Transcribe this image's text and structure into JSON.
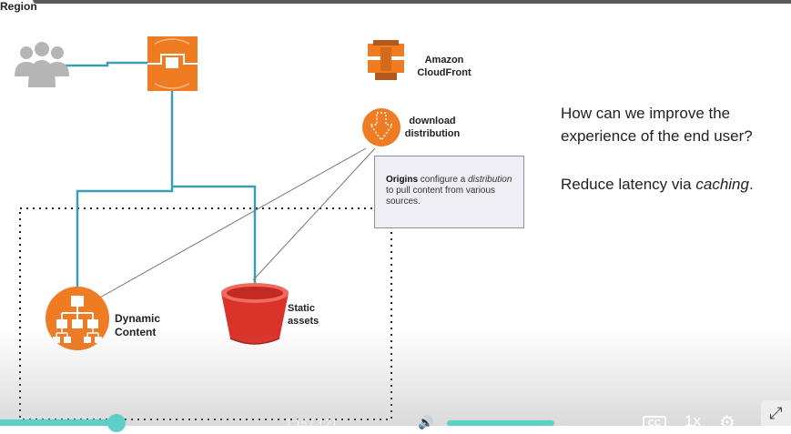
{
  "slide": {
    "cloudfront_label_line1": "Amazon",
    "cloudfront_label_line2": "CloudFront",
    "download_line1": "download",
    "download_line2": "distribution",
    "dynamic_line1": "Dynamic",
    "dynamic_line2": "Content",
    "static_line1": "Static",
    "static_line2": "assets",
    "region_label": "Region",
    "callout": {
      "bold": "Origins",
      "part1": " configure a",
      "italic": "distribution",
      "part2": " to pull content from various sources."
    },
    "question_text": "How can we improve the experience of the end user?",
    "answer_prefix": "Reduce latency via ",
    "answer_italic": "caching",
    "answer_suffix": "."
  },
  "colors": {
    "aws_orange": "#ef7b22",
    "bucket_red": "#d9332a",
    "connector_teal": "#3a9fb0",
    "users_gray": "#b5b5b5",
    "player_accent": "#5ecfc6"
  },
  "icons": {
    "users": "users-group-icon",
    "edge": "edge-location-icon",
    "cloudfront": "cloudfront-logo-icon",
    "download": "download-arrow-icon",
    "dynamic": "hierarchy-icon",
    "bucket": "s3-bucket-icon"
  },
  "player": {
    "time_text": "1:15 / 3:21",
    "volume_icon": "volume-icon",
    "cc_label": "CC",
    "speed_label": "1x",
    "settings_icon": "gear-icon",
    "fullscreen_icon": "fullscreen-icon",
    "progress_fraction": 0.15
  }
}
